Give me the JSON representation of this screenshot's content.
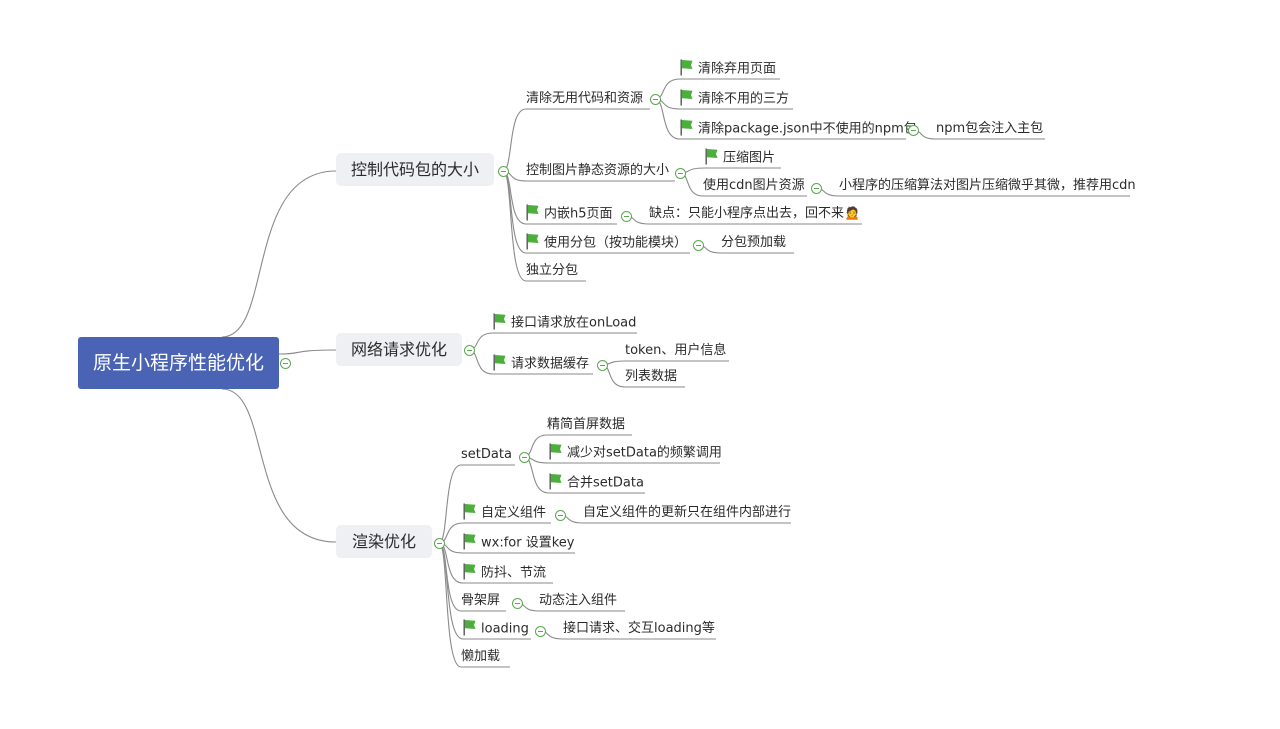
{
  "root": {
    "label": "原生小程序性能优化"
  },
  "branches": [
    {
      "label": "控制代码包的大小",
      "children": [
        {
          "label": "清除无用代码和资源",
          "children": [
            {
              "label": "清除弃用页面",
              "flag": true
            },
            {
              "label": "清除不用的三方",
              "flag": true
            },
            {
              "label": "清除package.json中不使用的npm包",
              "flag": true,
              "children": [
                {
                  "label": "npm包会注入主包"
                }
              ]
            }
          ]
        },
        {
          "label": "控制图片静态资源的大小",
          "children": [
            {
              "label": "压缩图片",
              "flag": true
            },
            {
              "label": "使用cdn图片资源",
              "children": [
                {
                  "label": "小程序的压缩算法对图片压缩微乎其微，推荐用cdn"
                }
              ]
            }
          ]
        },
        {
          "label": "内嵌h5页面",
          "flag": true,
          "children": [
            {
              "label": "缺点：只能小程序点出去，回不来🙍"
            }
          ]
        },
        {
          "label": "使用分包（按功能模块）",
          "flag": true,
          "children": [
            {
              "label": "分包预加载"
            }
          ]
        },
        {
          "label": "独立分包"
        }
      ]
    },
    {
      "label": "网络请求优化",
      "children": [
        {
          "label": "接口请求放在onLoad",
          "flag": true
        },
        {
          "label": "请求数据缓存",
          "flag": true,
          "children": [
            {
              "label": "token、用户信息"
            },
            {
              "label": "列表数据"
            }
          ]
        }
      ]
    },
    {
      "label": "渲染优化",
      "children": [
        {
          "label": "setData",
          "children": [
            {
              "label": "精简首屏数据"
            },
            {
              "label": "减少对setData的频繁调用",
              "flag": true
            },
            {
              "label": "合并setData",
              "flag": true
            }
          ]
        },
        {
          "label": "自定义组件",
          "flag": true,
          "children": [
            {
              "label": "自定义组件的更新只在组件内部进行"
            }
          ]
        },
        {
          "label": "wx:for  设置key",
          "flag": true
        },
        {
          "label": "防抖、节流",
          "flag": true
        },
        {
          "label": "骨架屏",
          "children": [
            {
              "label": "动态注入组件"
            }
          ]
        },
        {
          "label": "loading",
          "flag": true,
          "children": [
            {
              "label": "接口请求、交互loading等"
            }
          ]
        },
        {
          "label": "懒加载"
        }
      ]
    }
  ],
  "colors": {
    "root_bg": "#4a63b5",
    "branch_bg": "#eef0f4",
    "line": "#8a8a8a",
    "flag": "#4caf3c",
    "collapse": "#5aa74f"
  },
  "icons": {
    "flag": "flag-icon",
    "collapse": "collapse-icon"
  }
}
